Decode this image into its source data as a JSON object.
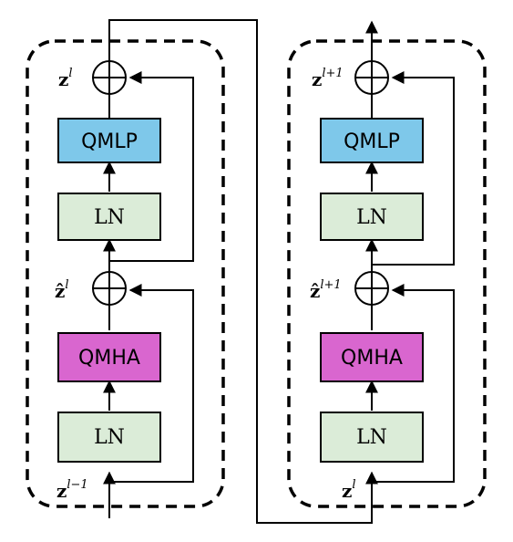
{
  "diagram": {
    "blocks": [
      {
        "id": "block-1",
        "labels": {
          "qmlp": "QMLP",
          "ln_top": "LN",
          "qmha": "QMHA",
          "ln_bottom": "LN",
          "out_var": "z",
          "out_sup": "l",
          "mid_var": "ẑ",
          "mid_sup": "l",
          "in_var": "z",
          "in_sup": "l−1"
        }
      },
      {
        "id": "block-2",
        "labels": {
          "qmlp": "QMLP",
          "ln_top": "LN",
          "qmha": "QMHA",
          "ln_bottom": "LN",
          "out_var": "z",
          "out_sup": "l+1",
          "mid_var": "ẑ",
          "mid_sup": "l+1",
          "in_var": "z",
          "in_sup": "l"
        }
      }
    ],
    "colors": {
      "qmlp_fill": "#7ec8ea",
      "qmha_fill": "#d966cf",
      "ln_fill": "#dbecd8",
      "stroke": "#000000"
    }
  }
}
